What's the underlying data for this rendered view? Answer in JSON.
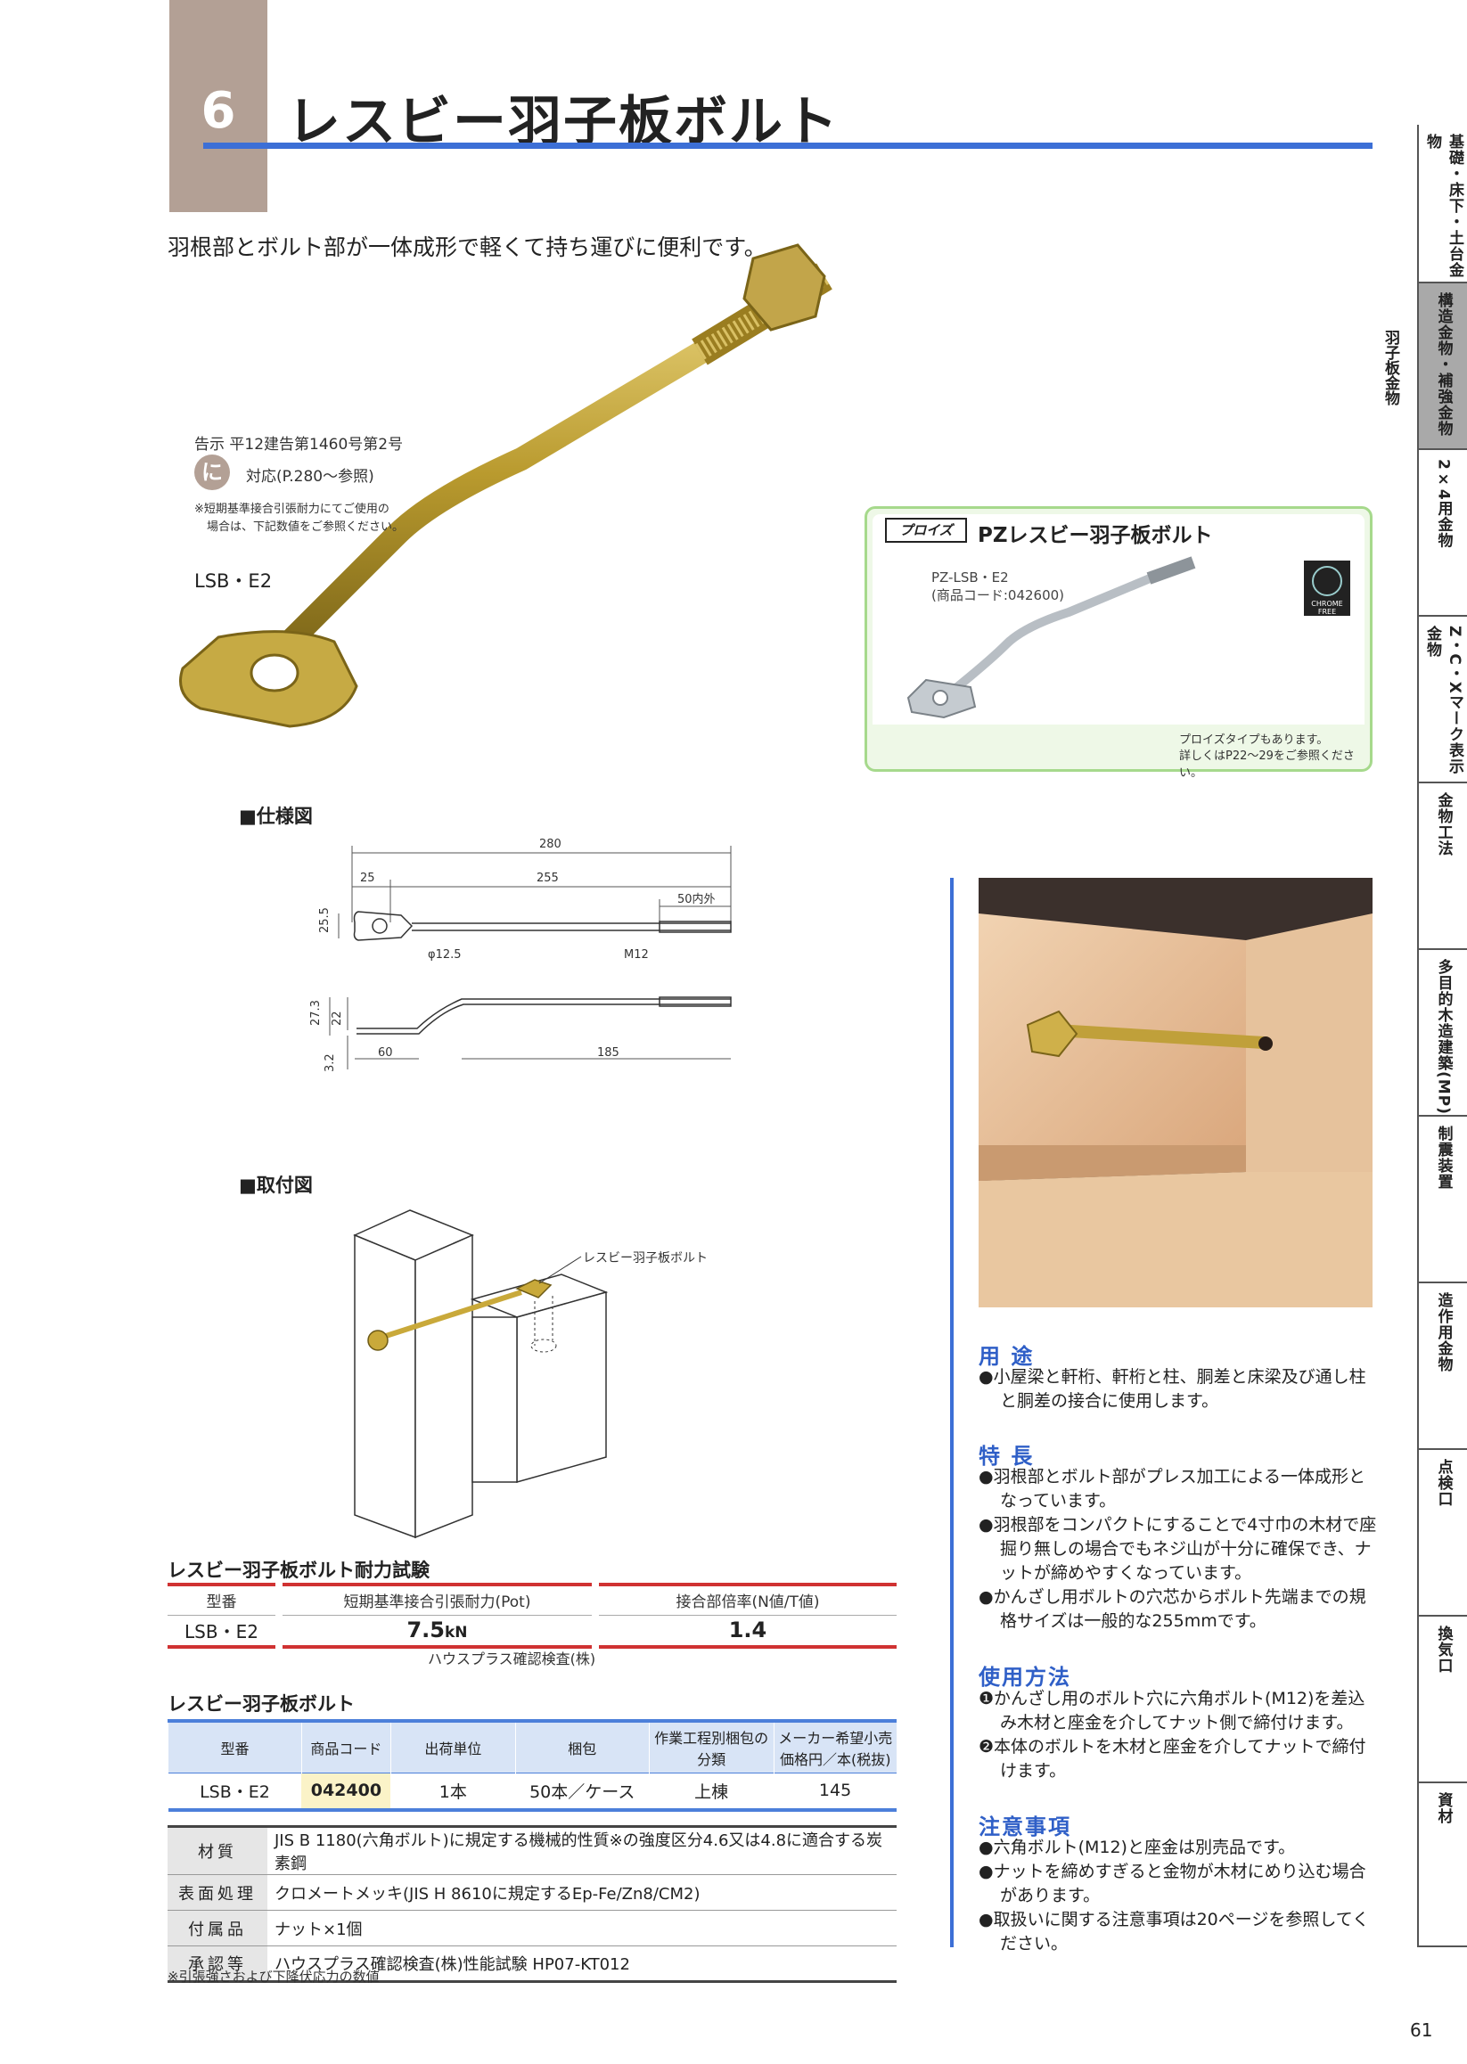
{
  "header": {
    "number": "6",
    "title": "レスビー羽子板ボルト"
  },
  "tagline": "羽根部とボルト部が一体成形で軽くて持ち運びに便利です。",
  "notice": {
    "line1": "告示 平12建告第1460号第2号",
    "badge": "に",
    "line2": "対応(P.280～参照)",
    "line3": "※短期基準接合引張耐力にてご使用の",
    "line4": "場合は、下記数値をご参照ください。"
  },
  "model_label": "LSB・E2",
  "pz": {
    "logo": "プロイズ",
    "title": "PZレスビー羽子板ボルト",
    "model": "PZ-LSB・E2",
    "code": "(商品コード:042600)",
    "note1": "プロイズタイプもあります。",
    "note2": "詳しくはP22～29をご参照ください。",
    "badge_text": "CHROME FREE"
  },
  "spec_drawing": {
    "label": "■仕様図",
    "dims": [
      "280",
      "25",
      "255",
      "50内外",
      "25.5",
      "φ12.5",
      "M12",
      "27.3",
      "22",
      "3.2",
      "60",
      "185"
    ]
  },
  "install_drawing": {
    "label": "■取付図",
    "callout": "レスビー羽子板ボルト"
  },
  "test_table": {
    "title": "レスビー羽子板ボルト耐力試験",
    "headers": [
      "型番",
      "短期基準接合引張耐力(Pot)",
      "接合部倍率(N値/T値)"
    ],
    "row": [
      "LSB・E2",
      "7.5",
      "kN",
      "1.4"
    ],
    "note": "ハウスプラス確認検査(株)"
  },
  "spec_table": {
    "title": "レスビー羽子板ボルト",
    "headers": [
      "型番",
      "商品コード",
      "出荷単位",
      "梱包",
      "作業工程別梱包の分類",
      "メーカー希望小売価格円／本(税抜)"
    ],
    "row": [
      "LSB・E2",
      "042400",
      "1本",
      "50本／ケース",
      "上棟",
      "145"
    ]
  },
  "materials": [
    {
      "label": "材質",
      "value": "JIS B 1180(六角ボルト)に規定する機械的性質※の強度区分4.6又は4.8に適合する炭素鋼"
    },
    {
      "label": "表面処理",
      "value": "クロメートメッキ(JIS H 8610に規定するEp-Fe/Zn8/CM2)"
    },
    {
      "label": "付属品",
      "value": "ナット×1個"
    },
    {
      "label": "承認等",
      "value": "ハウスプラス確認検査(株)性能試験 HP07-KT012"
    }
  ],
  "materials_note": "※引張強さおよび下降伏応力の数値",
  "usage": {
    "heading": "用 途",
    "items": [
      "●小屋梁と軒桁、軒桁と柱、胴差と床梁及び通し柱と胴差の接合に使用します。"
    ]
  },
  "features": {
    "heading": "特 長",
    "items": [
      "●羽根部とボルト部がプレス加工による一体成形となっています。",
      "●羽根部をコンパクトにすることで4寸巾の木材で座掘り無しの場合でもネジ山が十分に確保でき、ナットが締めやすくなっています。",
      "●かんざし用ボルトの穴芯からボルト先端までの規格サイズは一般的な255mmです。"
    ]
  },
  "method": {
    "heading": "使用方法",
    "items": [
      "❶かんざし用のボルト穴に六角ボルト(M12)を差込み木材と座金を介してナット側で締付けます。",
      "❷本体のボルトを木材と座金を介してナットで締付けます。"
    ]
  },
  "caution": {
    "heading": "注意事項",
    "items": [
      "●六角ボルト(M12)と座金は別売品です。",
      "●ナットを締めすぎると金物が木材にめり込む場合があります。",
      "●取扱いに関する注意事項は20ページを参照してください。"
    ]
  },
  "side_tabs": [
    "基礎・床下・土台金物",
    "構造金物・補強金物",
    "2×4用金物",
    "Z・C・Xマーク表示金物",
    "金物工法",
    "多目的木造建築(MP)",
    "制震装置",
    "造作用金物",
    "点検口",
    "換気口",
    "資材"
  ],
  "side_subtitle": "羽子板金物",
  "page_number": "61",
  "colors": {
    "accent_blue": "#3c6fd6",
    "tab_brown": "#b3a095",
    "table_red": "#d03232",
    "pz_green": "#a6d98c"
  }
}
